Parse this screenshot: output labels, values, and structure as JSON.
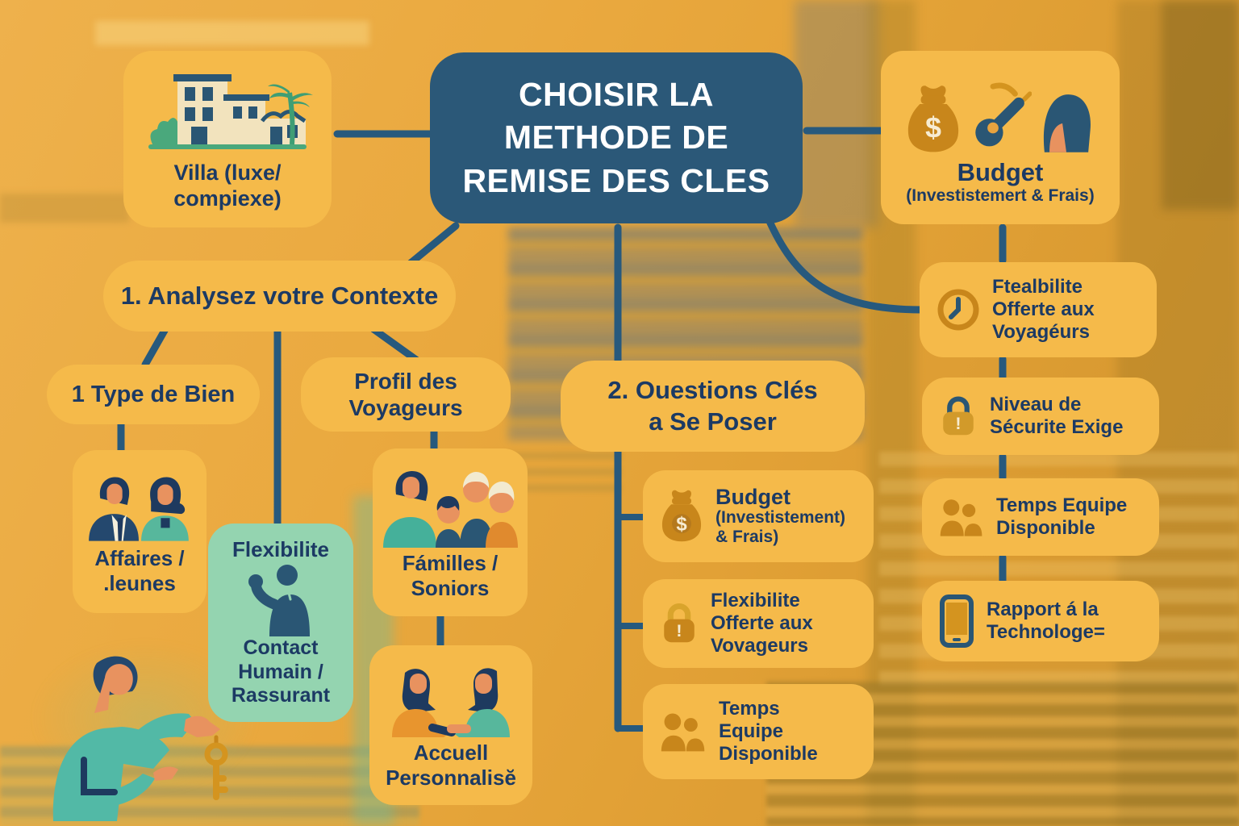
{
  "title_node": {
    "text": "CHOISIR LA\nMETHODE DE\nREMISE DES CLES"
  },
  "context_branch": {
    "villa": {
      "label": "Villa (luxe/\ncompiexe)"
    },
    "section_header": {
      "label": "1. Analysez votre Contexte"
    },
    "type_bien": {
      "label": "1 Type de Bien"
    },
    "profil_voyageurs": {
      "label": "Profil des\nVoyageurs"
    },
    "affaires": {
      "label": "Affaires /\n.leunes"
    },
    "flexibilite": {
      "title": "Flexibilite",
      "label": "Contact\nHumain /\nRassurant"
    },
    "familles": {
      "label": "Fámilles /\nSoniors"
    },
    "accueil": {
      "label": "Accuell\nPersonnalisĕ"
    }
  },
  "questions_branch": {
    "section_header": {
      "label": "2. Ouestions Clés\na Se Poser"
    },
    "budget": {
      "title": "Budget",
      "subtitle": "(Investistement)\n& Frais)"
    },
    "flexibilite": {
      "label": "Flexibilite\nOfferte aux\nVovageurs"
    },
    "temps": {
      "label": "Temps\nEquipe\nDisponible"
    }
  },
  "right_branch": {
    "budget": {
      "title": "Budget",
      "subtitle": "(Investistemert & Frais)"
    },
    "flexibilite": {
      "label": "Ftealbilite\nOfferte aux\nVoyagéurs"
    },
    "securite": {
      "label": "Niveau de\nSécurite Exige"
    },
    "temps": {
      "label": "Temps Equipe\nDisponible"
    },
    "technologie": {
      "label": "Rapport á la\nTechnologe="
    }
  },
  "icons": {
    "villa": "villa-building-illustration",
    "money_bag": "money-bag-icon",
    "key": "key-icon",
    "traveler": "woman-silhouette-icon",
    "clock": "clock-icon",
    "lock": "padlock-alert-icon",
    "people": "two-people-icon",
    "phone": "smartphone-icon",
    "person_wave": "person-waving-icon",
    "business_pair": "business-people-illustration",
    "family": "family-illustration",
    "welcome_pair": "personal-welcome-illustration",
    "key_handover": "person-handing-key-illustration"
  },
  "colors": {
    "background": "#e8a93f",
    "card_yellow": "#f5ba4a",
    "teal_card": "#94d4b0",
    "center_node": "#2b5878",
    "text_dark": "#1c3a64",
    "connector": "#27597d",
    "icon_orange": "#c8861b",
    "title_text": "#ffffff",
    "skin": "#e8925f",
    "teal_figure": "#52b9a6"
  }
}
